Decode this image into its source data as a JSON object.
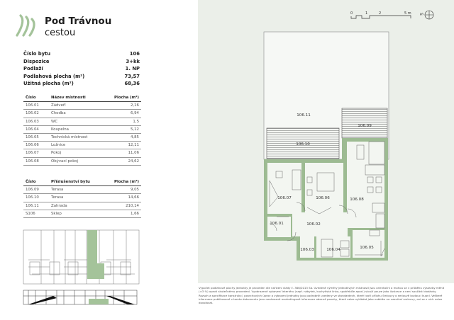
{
  "brand": {
    "title": "Pod Trávnou",
    "subtitle": "cestou",
    "accent": "#a4c39a"
  },
  "summary": [
    {
      "label": "Číslo bytu",
      "value": "106"
    },
    {
      "label": "Dispozice",
      "value": "3+kk"
    },
    {
      "label": "Podlaží",
      "value": "1. NP"
    },
    {
      "label": "Podlahová plocha (m²)",
      "value": "73,57"
    },
    {
      "label": "Užitná plocha (m²)",
      "value": "68,36"
    }
  ],
  "rooms": {
    "headers": [
      "Číslo",
      "Název místnosti",
      "Plocha (m²)"
    ],
    "rows": [
      [
        "106.01",
        "Zádveří",
        "2,16"
      ],
      [
        "106.02",
        "Chodba",
        "6,94"
      ],
      [
        "106.03",
        "WC",
        "1,5"
      ],
      [
        "106.04",
        "Koupelna",
        "5,12"
      ],
      [
        "106.05",
        "Technická místnost",
        "4,85"
      ],
      [
        "106.06",
        "Ložnice",
        "12,11"
      ],
      [
        "106.07",
        "Pokoj",
        "11,06"
      ],
      [
        "106.08",
        "Obývací pokoj",
        "24,62"
      ]
    ]
  },
  "accessories": {
    "headers": [
      "Číslo",
      "Příslušenství bytu",
      "Plocha (m²)"
    ],
    "rows": [
      [
        "106.09",
        "Terasa",
        "9,05"
      ],
      [
        "106.10",
        "Terasa",
        "14,66"
      ],
      [
        "106.11",
        "Zahrada",
        "210,14"
      ],
      [
        "S106",
        "Sklep",
        "1,66"
      ]
    ]
  },
  "scale": {
    "ticks": [
      "0",
      "1",
      "2",
      "5 m"
    ],
    "north": "S"
  },
  "plan_labels": {
    "r11": "106.11",
    "r10": "106.10",
    "r09": "106.09",
    "r07": "106.07",
    "r06": "106.06",
    "r08": "106.08",
    "r01": "106.01",
    "r02": "106.02",
    "r03": "106.03",
    "r04": "106.04",
    "r05": "106.05"
  },
  "footer": "Výpočet podlahové plochy jednotky je proveden dle nařízení vlády č. 366/2013 Sb. Uvedené výměry jednotlivých místností jsou orientační a mohou se v průběhu výstavby měnit (±3 %) oproti skutečnému provedení. Vyobrazené vybavení interiéru (např. nábytek, kuchyňská linka, spotřebiče apod.) slouží pouze jako ilustrace a není součástí dodávky. Rozsah a specifikace konstrukcí, povrchových úprav a vybavení jednotky jsou podrobně uvedeny ve standardech, které tvoří přílohu Smlouvy o smlouvě budoucí kupní. Veškeré informace publikované v tomto dokumentu jsou nezávazné marketingové informace obecné povahy, které nelze vykládat jako nabídku na uzavření smlouvy, ani se z nich nelze dovolávat."
}
